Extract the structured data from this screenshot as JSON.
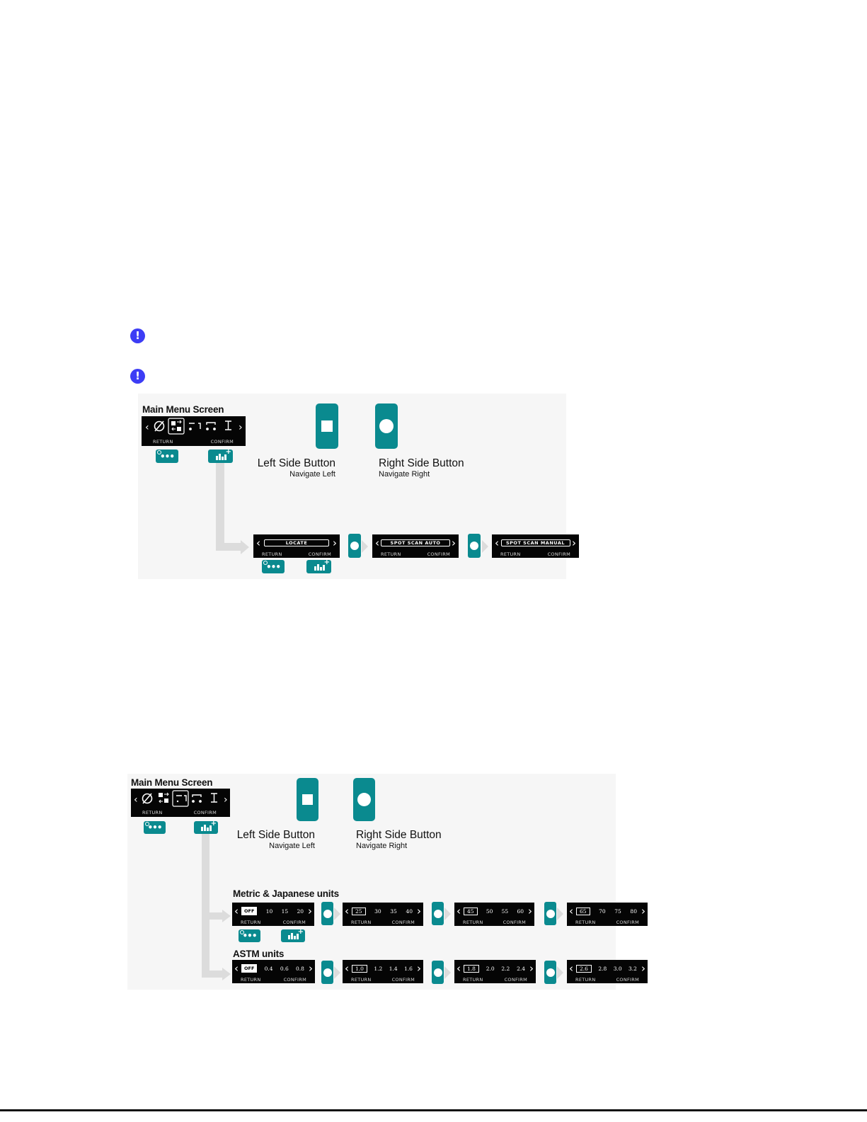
{
  "diagram1": {
    "title": "Main Menu Screen",
    "footer_return": "RETURN",
    "footer_confirm": "CONFIRM",
    "left_button": {
      "title": "Left Side Button",
      "subtitle": "Navigate Left"
    },
    "right_button": {
      "title": "Right Side Button",
      "subtitle": "Navigate Right"
    },
    "screens": [
      "LOCATE",
      "SPOT SCAN AUTO",
      "SPOT SCAN MANUAL"
    ]
  },
  "diagram2": {
    "title": "Main Menu Screen",
    "footer_return": "RETURN",
    "footer_confirm": "CONFIRM",
    "left_button": {
      "title": "Left Side Button",
      "subtitle": "Navigate Left"
    },
    "right_button": {
      "title": "Right Side Button",
      "subtitle": "Navigate Right"
    },
    "metric": {
      "label": "Metric & Japanese units",
      "screens": [
        [
          "OFF",
          "10",
          "15",
          "20"
        ],
        [
          "25",
          "30",
          "35",
          "40"
        ],
        [
          "45",
          "50",
          "55",
          "60"
        ],
        [
          "65",
          "70",
          "75",
          "80"
        ]
      ]
    },
    "astm": {
      "label": "ASTM units",
      "screens": [
        [
          "OFF",
          "0.4",
          "0.6",
          "0.8"
        ],
        [
          "1.0",
          "1.2",
          "1.4",
          "1.6"
        ],
        [
          "1.8",
          "2.0",
          "2.2",
          "2.4"
        ],
        [
          "2.6",
          "2.8",
          "3.0",
          "3.2"
        ]
      ]
    }
  },
  "icons": {
    "warning": "exclamation-circle-icon",
    "brand_teal": "#0a8a8f",
    "warning_blue": "#3d3df5"
  }
}
